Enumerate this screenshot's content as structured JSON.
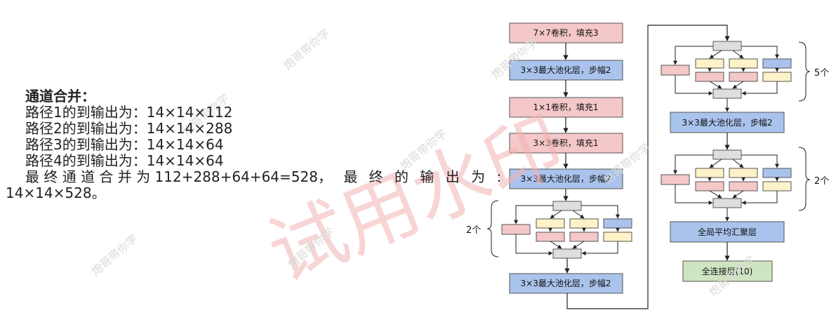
{
  "text": {
    "title": "通道合并：",
    "lines": [
      "路径1的到输出为：14×14×112",
      "路径2的到输出为：14×14×288",
      "路径3的到输出为：14×14×64",
      "路径4的到输出为：14×14×64"
    ],
    "final_a": "最 终 通 道 合 并 为",
    "final_b": " 112+288+64+64=528",
    "final_c": "， 最 终 的 输 出 为 :",
    "final_d": "14×14×528。"
  },
  "diagram": {
    "left_column": {
      "box1": "7×7卷积，填充3",
      "box2": "3×3最大池化层，步幅2",
      "box3": "1×1卷积，填充1",
      "box4": "3×3卷积，填充1",
      "box5": "3×3最大池化层，步幅2",
      "box6": "3×3最大池化层，步幅2",
      "repeat": "2个"
    },
    "right_column": {
      "repeat_top": "5个",
      "pool": "3×3最大池化层，步幅2",
      "repeat_mid": "2个",
      "gap": "全局平均汇聚层",
      "fc": "全连接层(10)"
    }
  },
  "colors": {
    "pink": "#f4c7c8",
    "blue": "#a9c3ec",
    "yellow": "#fdf2c8",
    "gray": "#dedede",
    "green": "#cfe5c2"
  },
  "watermark": {
    "big": "试用水印",
    "small": "炮哥带你学"
  }
}
